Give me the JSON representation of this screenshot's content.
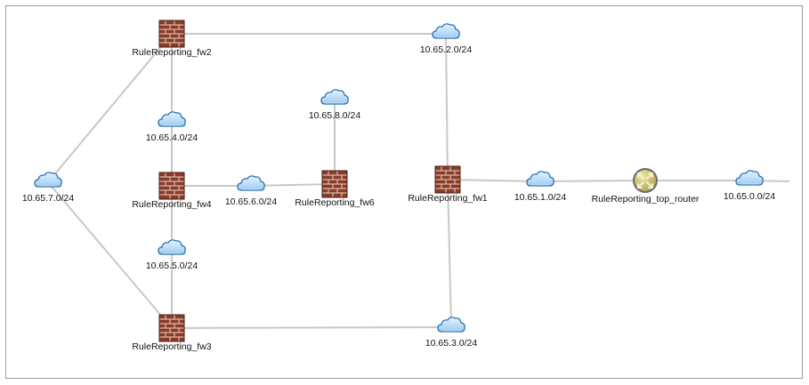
{
  "colors": {
    "link": "#c8c8c8",
    "cloud_fill": "#bcdcf6",
    "cloud_stroke": "#2f6fb0",
    "brick": "#8a3b2a",
    "mortar": "#e9d6c4",
    "router_fill": "#c9c26a",
    "router_stroke": "#6c6c6c"
  },
  "nodes": [
    {
      "id": "fw2",
      "label": "RuleReporting_fw2",
      "icon": "firewall-icon"
    },
    {
      "id": "fw4",
      "label": "RuleReporting_fw4",
      "icon": "firewall-icon"
    },
    {
      "id": "fw6",
      "label": "RuleReporting_fw6",
      "icon": "firewall-icon"
    },
    {
      "id": "fw3",
      "label": "RuleReporting_fw3",
      "icon": "firewall-icon"
    },
    {
      "id": "fw1",
      "label": "RuleReporting_fw1",
      "icon": "firewall-icon"
    },
    {
      "id": "router",
      "label": "RuleReporting_top_router",
      "icon": "router-icon"
    },
    {
      "id": "net_2",
      "label": "10.65.2.0/24",
      "icon": "cloud-icon"
    },
    {
      "id": "net_8",
      "label": "10.65.8.0/24",
      "icon": "cloud-icon"
    },
    {
      "id": "net_4",
      "label": "10.65.4.0/24",
      "icon": "cloud-icon"
    },
    {
      "id": "net_7",
      "label": "10.65.7.0/24",
      "icon": "cloud-icon"
    },
    {
      "id": "net_6",
      "label": "10.65.6.0/24",
      "icon": "cloud-icon"
    },
    {
      "id": "net_5",
      "label": "10.65.5.0/24",
      "icon": "cloud-icon"
    },
    {
      "id": "net_1",
      "label": "10.65.1.0/24",
      "icon": "cloud-icon"
    },
    {
      "id": "net_0",
      "label": "10.65.0.0/24",
      "icon": "cloud-icon"
    },
    {
      "id": "net_3",
      "label": "10.65.3.0/24",
      "icon": "cloud-icon"
    }
  ],
  "links": [
    [
      "fw2",
      "net_2"
    ],
    [
      "fw2",
      "net_4"
    ],
    [
      "fw2",
      "net_7"
    ],
    [
      "net_4",
      "fw4"
    ],
    [
      "net_7",
      "fw3"
    ],
    [
      "fw4",
      "net_6"
    ],
    [
      "net_6",
      "fw6"
    ],
    [
      "fw6",
      "net_8"
    ],
    [
      "fw4",
      "net_5"
    ],
    [
      "net_5",
      "fw3"
    ],
    [
      "fw3",
      "net_3"
    ],
    [
      "net_3",
      "fw1"
    ],
    [
      "net_2",
      "fw1"
    ],
    [
      "fw1",
      "net_1"
    ],
    [
      "net_1",
      "router"
    ],
    [
      "router",
      "net_0"
    ],
    [
      "net_0",
      "edge"
    ]
  ]
}
